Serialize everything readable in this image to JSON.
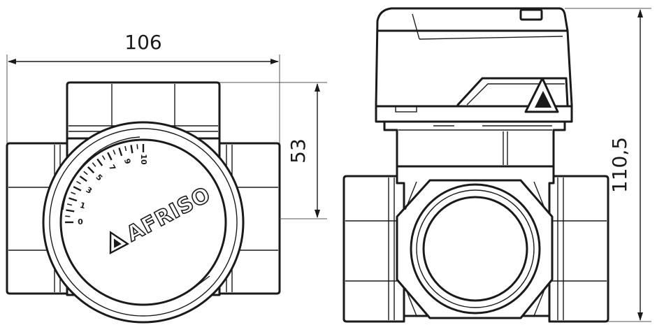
{
  "dimensions": {
    "width": "106",
    "height_front": "53",
    "height_side": "110,5"
  },
  "dial": {
    "scale_labels": [
      "0",
      "1",
      "3",
      "5",
      "7",
      "9",
      "10"
    ]
  },
  "brand": {
    "name": "AFRISO"
  },
  "colors": {
    "line": "#1a1a1a",
    "background": "#ffffff"
  }
}
